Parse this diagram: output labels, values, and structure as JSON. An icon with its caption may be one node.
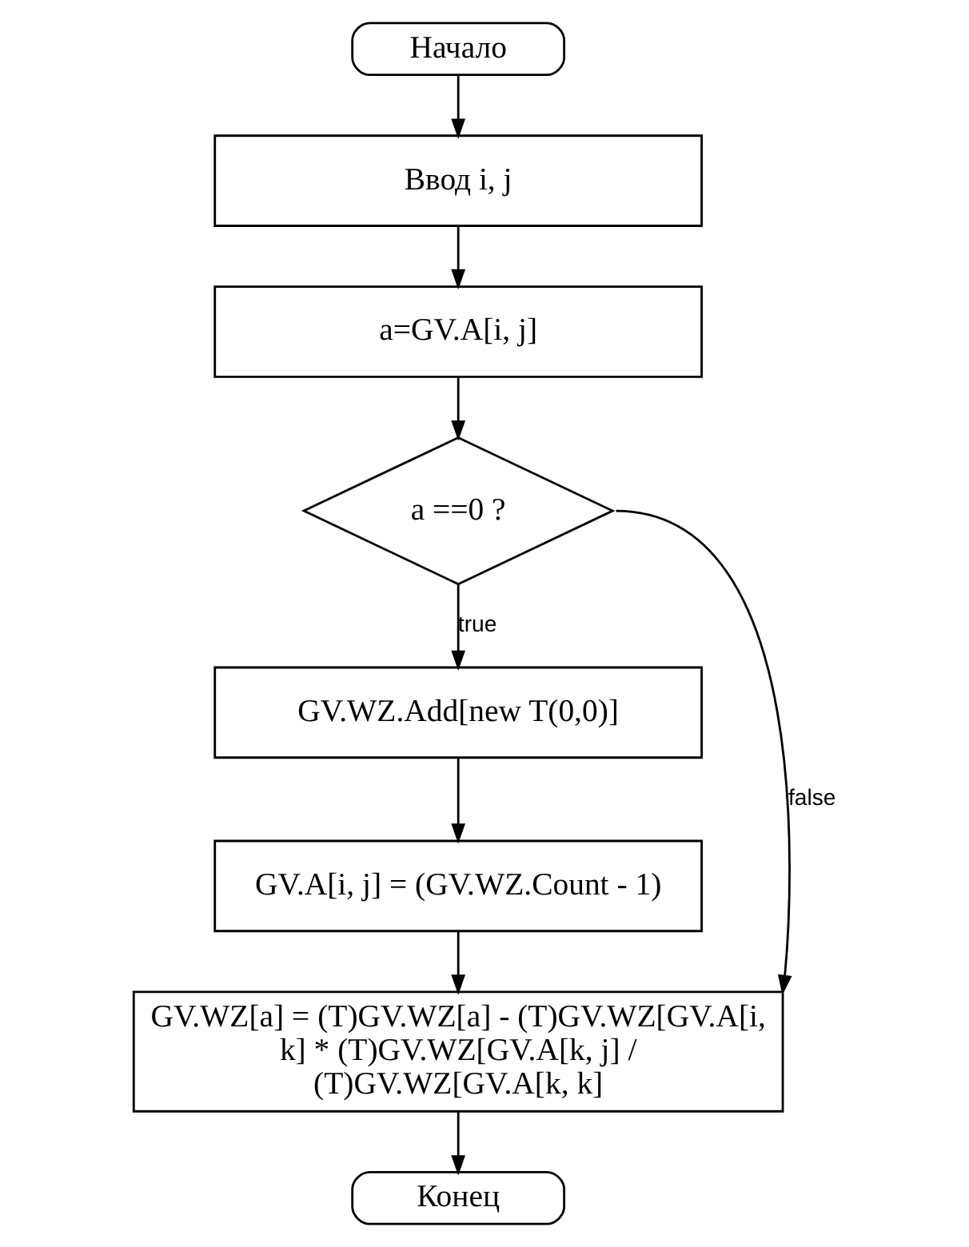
{
  "diagram": {
    "nodes": [
      {
        "text": [
          "Начало"
        ]
      },
      {
        "text": [
          "Ввод i, j"
        ]
      },
      {
        "text": [
          "a=GV.A[i, j]"
        ]
      },
      {
        "text": [
          "a ==0 ?"
        ]
      },
      {
        "text": [
          "GV.WZ.Add[new T(0,0)]"
        ]
      },
      {
        "text": [
          "GV.A[i, j] = (GV.WZ.Count - 1)"
        ]
      },
      {
        "text": [
          "GV.WZ[a] = (T)GV.WZ[a] - (T)GV.WZ[GV.A[i, k] * (T)GV.WZ[GV.A[k, j] / (T)GV.WZ[GV.A[k, k]"
        ]
      },
      {
        "text": [
          "Конец"
        ]
      }
    ],
    "edges": [
      {
        "from": 0,
        "to": 1,
        "arrow": "to"
      },
      {
        "from": 1,
        "to": 2,
        "arrow": "to"
      },
      {
        "from": 2,
        "to": 3,
        "arrow": "to"
      },
      {
        "from": 3,
        "to": 4,
        "arrow": "to",
        "label": "true"
      },
      {
        "from": 4,
        "to": 5,
        "arrow": "to"
      },
      {
        "from": 5,
        "to": 6,
        "arrow": "to"
      },
      {
        "from": 3,
        "to": 6,
        "arrow": "to",
        "label": "false"
      },
      {
        "from": 6,
        "to": 7,
        "arrow": "to"
      }
    ]
  }
}
